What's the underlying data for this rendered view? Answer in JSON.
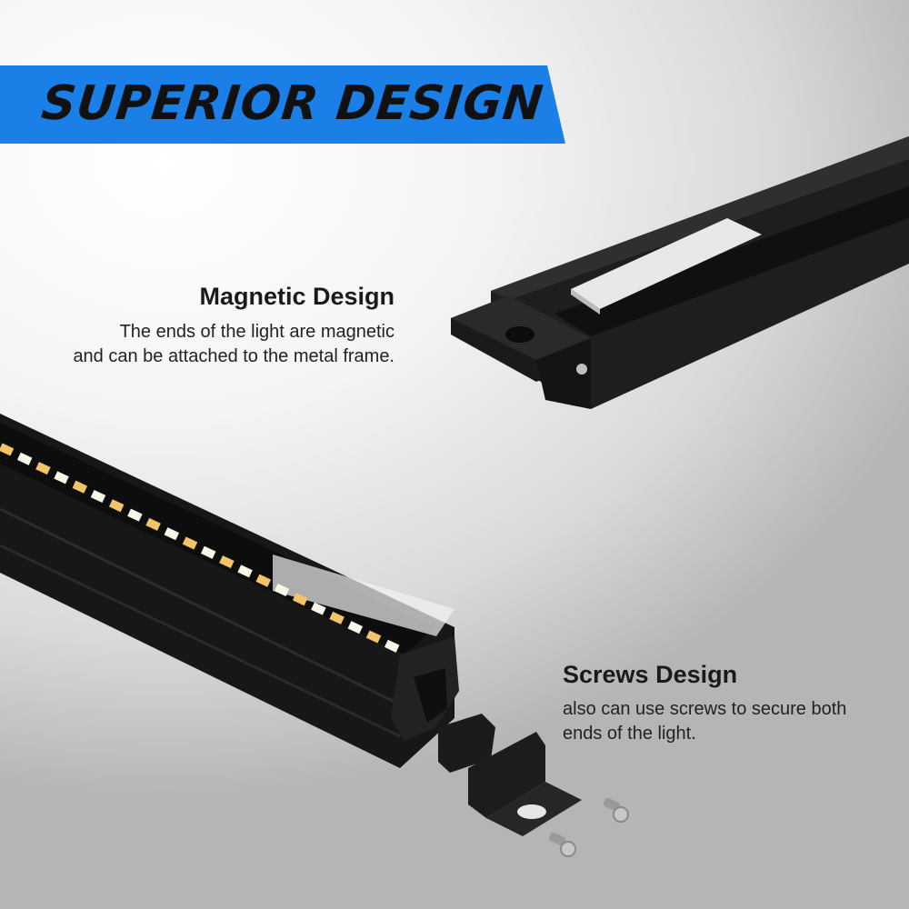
{
  "banner": {
    "title": "SUPERIOR DESIGN",
    "accent_color": "#1a7fe6"
  },
  "features": {
    "magnetic": {
      "title": "Magnetic Design",
      "description_line1": "The ends of the light are magnetic",
      "description_line2": "and can be attached to the metal frame."
    },
    "screws": {
      "title": "Screws Design",
      "description_line1": "also can use screws to secure both",
      "description_line2": "ends of the light."
    }
  },
  "colors": {
    "housing": "#1c1c1c",
    "led_warm": "#f2c46a",
    "led_cool": "#f7f7e8",
    "magnet_plate": "#e8e8e8"
  }
}
